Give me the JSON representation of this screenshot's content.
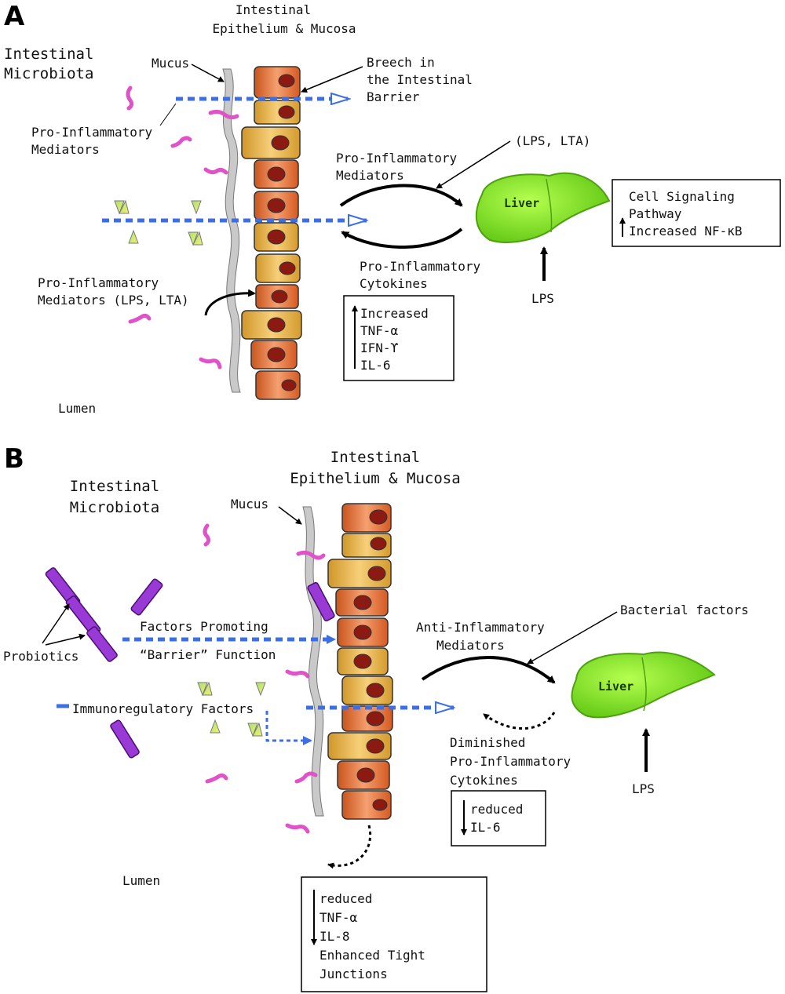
{
  "panel_a": {
    "letter": "A",
    "title_line1": "Intestinal",
    "title_line2": "Epithelium & Mucosa",
    "microbiota_line1": "Intestinal",
    "microbiota_line2": "Microbiota",
    "mucus": "Mucus",
    "breech_line1": "Breech in",
    "breech_line2": "the Intestinal",
    "breech_line3": "Barrier",
    "pim1_line1": "Pro-Inflammatory",
    "pim1_line2": "Mediators",
    "lps_lta": "(LPS, LTA)",
    "pim2_line1": "Pro-Inflammatory",
    "pim2_line2": "Mediators",
    "liver": "Liver",
    "signal_line1": "Cell Signaling",
    "signal_line2": "Pathway",
    "signal_line3": "Increased NF-κB",
    "cyto_line1": "Pro-Inflammatory",
    "cyto_line2": "Cytokines",
    "pim3_line1": "Pro-Inflammatory",
    "pim3_line2": "Mediators (LPS, LTA)",
    "lps": "LPS",
    "increased_box": [
      "Increased",
      "TNF-α",
      "IFN-ϒ",
      "IL-6"
    ],
    "lumen": "Lumen"
  },
  "panel_b": {
    "letter": "B",
    "title_line1": "Intestinal",
    "title_line2": "Epithelium & Mucosa",
    "microbiota_line1": "Intestinal",
    "microbiota_line2": "Microbiota",
    "mucus": "Mucus",
    "bacterial_factors": "Bacterial factors",
    "factors_line1": "Factors Promoting",
    "factors_line2": "“Barrier” Function",
    "probiotics": "Probiotics",
    "anti_line1": "Anti-Inflammatory",
    "anti_line2": "Mediators",
    "liver": "Liver",
    "immuno": "Immunoregulatory Factors",
    "dim_line1": "Diminished",
    "dim_line2": "Pro-Inflammatory",
    "dim_line3": "Cytokines",
    "lps": "LPS",
    "reduced_box": [
      "reduced",
      "IL-6"
    ],
    "lumen": "Lumen",
    "bottom_box": [
      "reduced",
      "TNF-α",
      "IL-8",
      "Enhanced Tight",
      "Junctions"
    ]
  },
  "colors": {
    "cell_orange": "#e2692a",
    "cell_yellow": "#e0a83a",
    "nucleus": "#8b1a12",
    "arrow_blue": "#3c6ee6",
    "bacteria": "#e052c8",
    "probiotic": "#9a3ad6",
    "liver": "#86e01e",
    "triangle": "#e8e86a"
  }
}
